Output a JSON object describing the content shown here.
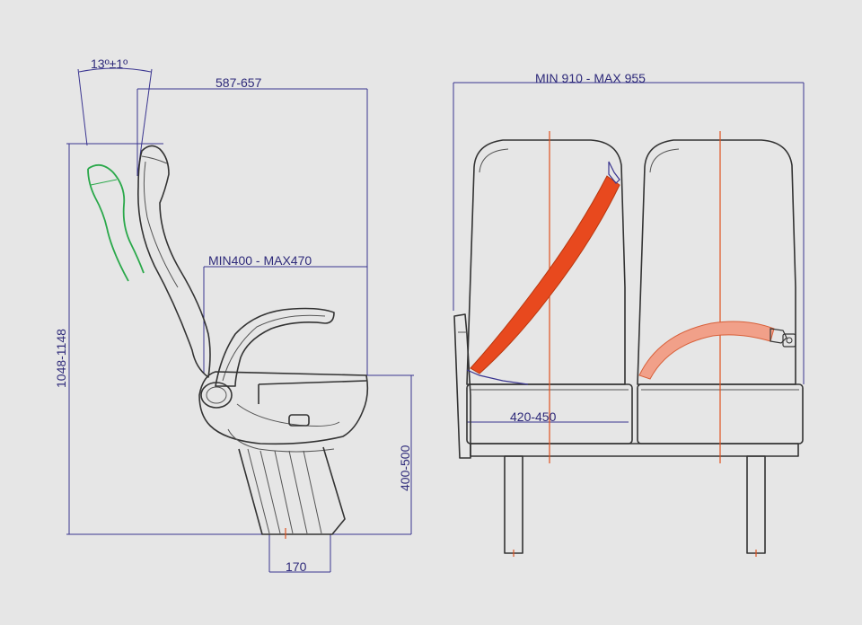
{
  "dimensions": {
    "angle": "13º±1º",
    "depth": "587-657",
    "seat_depth": "MIN400 - MAX470",
    "height_total": "1048-1148",
    "seat_height": "400-500",
    "leg_width": "170",
    "width_total": "MIN 910 - MAX 955",
    "seat_width": "420-450"
  },
  "colors": {
    "dimension": "#2e2a7a",
    "belt": "#e8491e",
    "headrest_alt": "#2aa84a",
    "outline": "#333333"
  }
}
